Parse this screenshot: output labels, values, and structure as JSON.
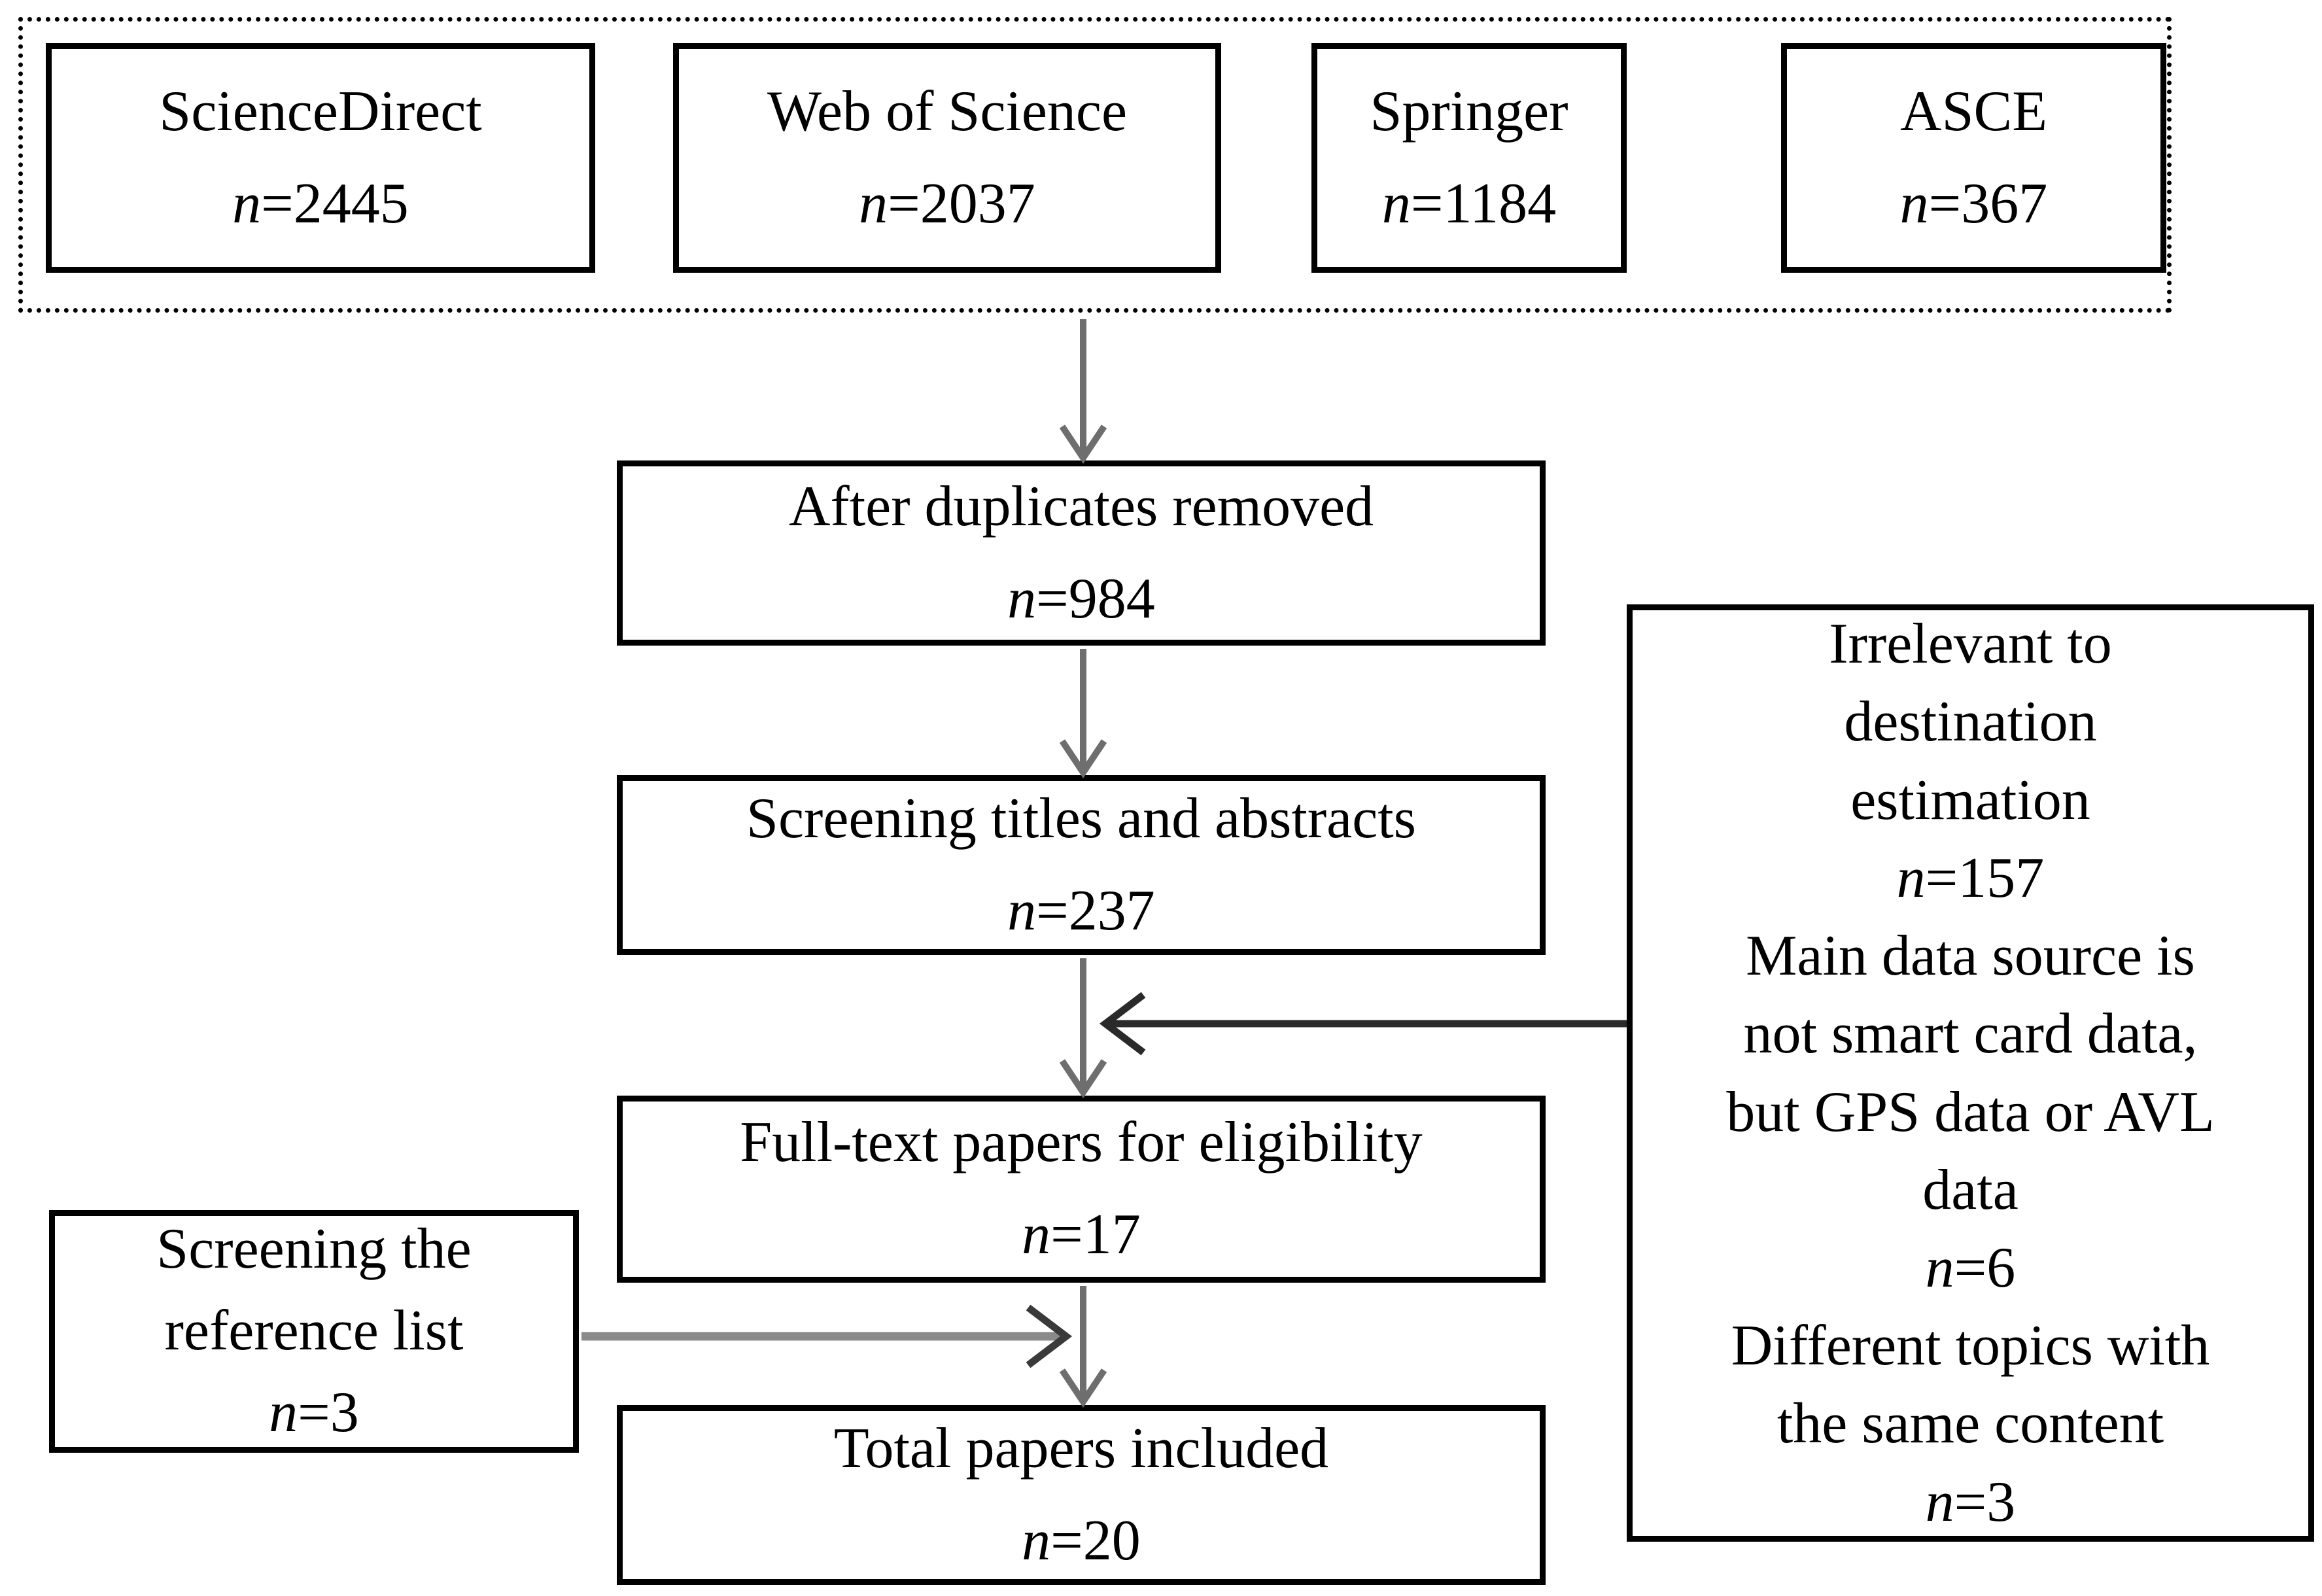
{
  "figure": {
    "sources": [
      {
        "label": "ScienceDirect",
        "count": "n=2445"
      },
      {
        "label": "Web of Science",
        "count": "n=2037"
      },
      {
        "label": "Springer",
        "count": "n=1184"
      },
      {
        "label": "ASCE",
        "count": "n=367"
      }
    ],
    "steps": [
      {
        "label": "After duplicates removed",
        "count": "n=984"
      },
      {
        "label": "Screening titles and abstracts",
        "count": "n=237"
      },
      {
        "label": "Full-text papers for eligibility",
        "count": "n=17"
      },
      {
        "label": "Total papers included",
        "count": "n=20"
      }
    ],
    "reference_screening": {
      "line1": "Screening the",
      "line2": "reference list",
      "count": "n=3"
    },
    "exclusions": {
      "lines": [
        "Irrelevant to",
        "destination",
        "estimation",
        "n=157",
        "Main data source is",
        "not smart card data,",
        "but GPS data or AVL",
        "data",
        "n=6",
        "Different topics with",
        "the same content",
        "n=3"
      ]
    },
    "colors": {
      "box_border": "#000000",
      "arrow_gray": "#6e6e6e",
      "arrow_dark": "#2a2a2a",
      "text": "#000000",
      "background": "#ffffff"
    }
  }
}
